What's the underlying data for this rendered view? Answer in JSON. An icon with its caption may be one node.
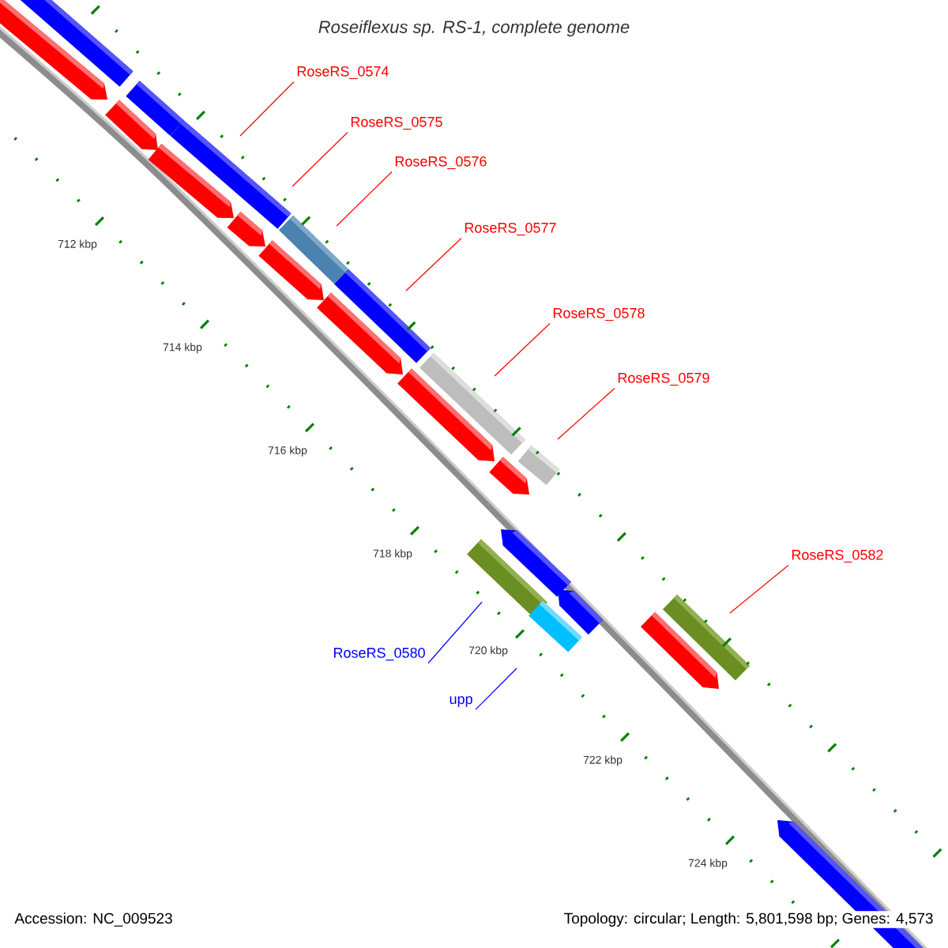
{
  "diagram": {
    "title": "Roseiflexus sp. RS-1, complete genome",
    "nodes": [
      {
        "text": [
          "RoseRS_0574"
        ]
      },
      {
        "text": [
          "RoseRS_0575"
        ]
      },
      {
        "text": [
          "RoseRS_0576"
        ]
      },
      {
        "text": [
          "RoseRS_0577"
        ]
      },
      {
        "text": [
          "RoseRS_0578"
        ]
      },
      {
        "text": [
          "RoseRS_0579"
        ]
      },
      {
        "text": [
          "RoseRS_0582"
        ]
      },
      {
        "text": [
          "RoseRS_0580"
        ]
      },
      {
        "text": [
          "upp"
        ]
      }
    ],
    "edges": [
      {
        "from": 0,
        "to": null,
        "arrow": "none"
      },
      {
        "from": 1,
        "to": null,
        "arrow": "none"
      },
      {
        "from": 2,
        "to": null,
        "arrow": "none"
      },
      {
        "from": 3,
        "to": null,
        "arrow": "none"
      },
      {
        "from": 4,
        "to": null,
        "arrow": "none"
      },
      {
        "from": 5,
        "to": null,
        "arrow": "none"
      },
      {
        "from": 6,
        "to": null,
        "arrow": "none"
      },
      {
        "from": 7,
        "to": null,
        "arrow": "none",
        "color": "#0000ff"
      },
      {
        "from": 8,
        "to": null,
        "arrow": "none",
        "color": "#0000ff"
      }
    ],
    "labels": [
      "712 kbp",
      "714 kbp",
      "716 kbp",
      "718 kbp",
      "720 kbp",
      "722 kbp",
      "724 kbp",
      "Accession: NC_009523",
      "Topology: circular; Length: 5,801,598 bp; Genes: 4,573"
    ]
  }
}
